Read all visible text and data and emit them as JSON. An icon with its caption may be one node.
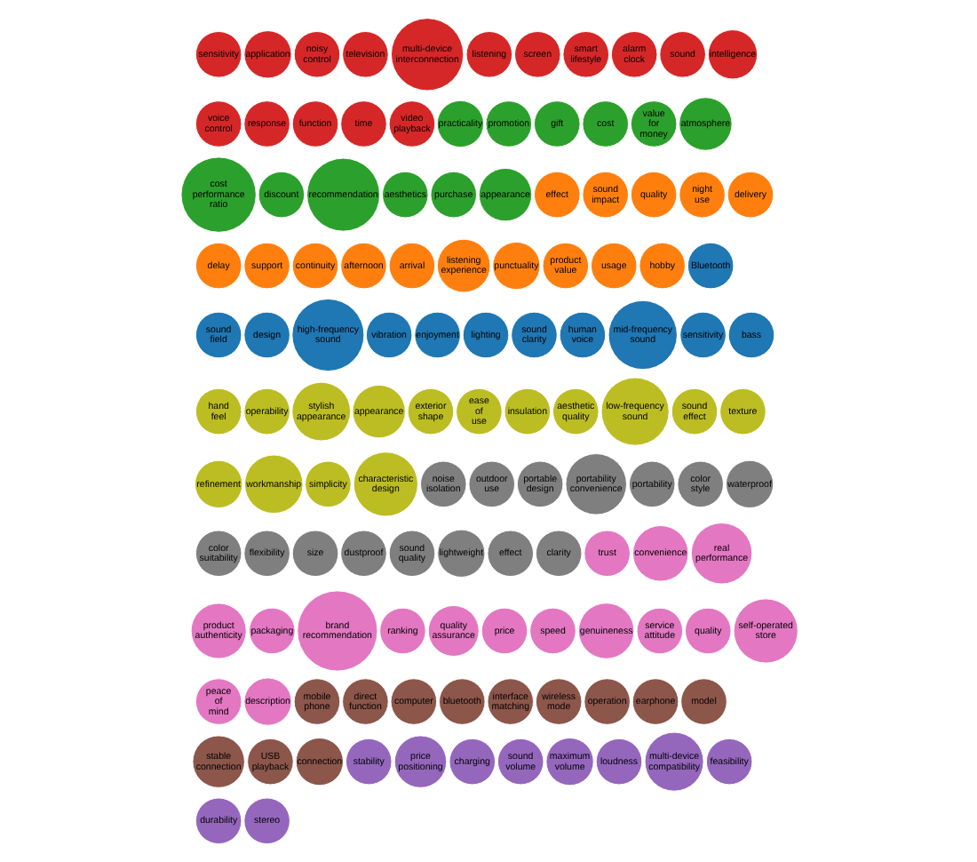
{
  "diagram": {
    "nodes": [
      {
        "text": [
          "sensitivity"
        ]
      },
      {
        "text": [
          "application"
        ]
      },
      {
        "text": [
          "noisy control"
        ]
      },
      {
        "text": [
          "television"
        ]
      },
      {
        "text": [
          "multi-device interconnection"
        ]
      },
      {
        "text": [
          "listening"
        ]
      },
      {
        "text": [
          "screen"
        ]
      },
      {
        "text": [
          "smart lifestyle"
        ]
      },
      {
        "text": [
          "alarm clock"
        ]
      },
      {
        "text": [
          "sound"
        ]
      },
      {
        "text": [
          "intelligence"
        ]
      },
      {
        "text": [
          "voice control"
        ]
      },
      {
        "text": [
          "response"
        ]
      },
      {
        "text": [
          "function"
        ]
      },
      {
        "text": [
          "time"
        ]
      },
      {
        "text": [
          "video playback"
        ]
      },
      {
        "text": [
          "practicality"
        ]
      },
      {
        "text": [
          "promotion"
        ]
      },
      {
        "text": [
          "gift"
        ]
      },
      {
        "text": [
          "cost"
        ]
      },
      {
        "text": [
          "value for money"
        ]
      },
      {
        "text": [
          "atmosphere"
        ]
      },
      {
        "text": [
          "cost performance ratio"
        ]
      },
      {
        "text": [
          "discount"
        ]
      },
      {
        "text": [
          "recommendation"
        ]
      },
      {
        "text": [
          "aesthetics"
        ]
      },
      {
        "text": [
          "purchase"
        ]
      },
      {
        "text": [
          "appearance"
        ]
      },
      {
        "text": [
          "effect"
        ]
      },
      {
        "text": [
          "sound impact"
        ]
      },
      {
        "text": [
          "quality"
        ]
      },
      {
        "text": [
          "night use"
        ]
      },
      {
        "text": [
          "delivery"
        ]
      },
      {
        "text": [
          "delay"
        ]
      },
      {
        "text": [
          "support"
        ]
      },
      {
        "text": [
          "continuity"
        ]
      },
      {
        "text": [
          "afternoon"
        ]
      },
      {
        "text": [
          "arrival"
        ]
      },
      {
        "text": [
          "listening experience"
        ]
      },
      {
        "text": [
          "punctuality"
        ]
      },
      {
        "text": [
          "product value"
        ]
      },
      {
        "text": [
          "usage"
        ]
      },
      {
        "text": [
          "hobby"
        ]
      },
      {
        "text": [
          "Bluetooth"
        ]
      },
      {
        "text": [
          "sound field"
        ]
      },
      {
        "text": [
          "design"
        ]
      },
      {
        "text": [
          "high-frequency sound"
        ]
      },
      {
        "text": [
          "vibration"
        ]
      },
      {
        "text": [
          "enjoyment"
        ]
      },
      {
        "text": [
          "lighting"
        ]
      },
      {
        "text": [
          "sound clarity"
        ]
      },
      {
        "text": [
          "human voice"
        ]
      },
      {
        "text": [
          "mid-frequency sound"
        ]
      },
      {
        "text": [
          "sensitivity"
        ]
      },
      {
        "text": [
          "bass"
        ]
      },
      {
        "text": [
          "hand feel"
        ]
      },
      {
        "text": [
          "operability"
        ]
      },
      {
        "text": [
          "stylish appearance"
        ]
      },
      {
        "text": [
          "appearance"
        ]
      },
      {
        "text": [
          "exterior shape"
        ]
      },
      {
        "text": [
          "ease of use"
        ]
      },
      {
        "text": [
          "insulation"
        ]
      },
      {
        "text": [
          "aesthetic quality"
        ]
      },
      {
        "text": [
          "low-frequency sound"
        ]
      },
      {
        "text": [
          "sound effect"
        ]
      },
      {
        "text": [
          "texture"
        ]
      },
      {
        "text": [
          "refinement"
        ]
      },
      {
        "text": [
          "workmanship"
        ]
      },
      {
        "text": [
          "simplicity"
        ]
      },
      {
        "text": [
          "characteristic design"
        ]
      },
      {
        "text": [
          "noise isolation"
        ]
      },
      {
        "text": [
          "outdoor use"
        ]
      },
      {
        "text": [
          "portable design"
        ]
      },
      {
        "text": [
          "portability convenience"
        ]
      },
      {
        "text": [
          "portability"
        ]
      },
      {
        "text": [
          "color style"
        ]
      },
      {
        "text": [
          "waterproof"
        ]
      },
      {
        "text": [
          "color suitability"
        ]
      },
      {
        "text": [
          "flexibility"
        ]
      },
      {
        "text": [
          "size"
        ]
      },
      {
        "text": [
          "dustproof"
        ]
      },
      {
        "text": [
          "sound quality"
        ]
      },
      {
        "text": [
          "lightweight"
        ]
      },
      {
        "text": [
          "effect"
        ]
      },
      {
        "text": [
          "clarity"
        ]
      },
      {
        "text": [
          "trust"
        ]
      },
      {
        "text": [
          "convenience"
        ]
      },
      {
        "text": [
          "real performance"
        ]
      },
      {
        "text": [
          "product authenticity"
        ]
      },
      {
        "text": [
          "packaging"
        ]
      },
      {
        "text": [
          "brand recommendation"
        ]
      },
      {
        "text": [
          "ranking"
        ]
      },
      {
        "text": [
          "quality assurance"
        ]
      },
      {
        "text": [
          "price"
        ]
      },
      {
        "text": [
          "speed"
        ]
      },
      {
        "text": [
          "genuineness"
        ]
      },
      {
        "text": [
          "service attitude"
        ]
      },
      {
        "text": [
          "quality"
        ]
      },
      {
        "text": [
          "self-operated store"
        ]
      },
      {
        "text": [
          "peace of mind"
        ]
      },
      {
        "text": [
          "description"
        ]
      },
      {
        "text": [
          "mobile phone"
        ]
      },
      {
        "text": [
          "direct function"
        ]
      },
      {
        "text": [
          "computer"
        ]
      },
      {
        "text": [
          "bluetooth"
        ]
      },
      {
        "text": [
          "interface matching"
        ]
      },
      {
        "text": [
          "wireless mode"
        ]
      },
      {
        "text": [
          "operation"
        ]
      },
      {
        "text": [
          "earphone"
        ]
      },
      {
        "text": [
          "model"
        ]
      },
      {
        "text": [
          "stable connection"
        ]
      },
      {
        "text": [
          "USB playback"
        ]
      },
      {
        "text": [
          "connection"
        ]
      },
      {
        "text": [
          "stability"
        ]
      },
      {
        "text": [
          "price positioning"
        ]
      },
      {
        "text": [
          "charging"
        ]
      },
      {
        "text": [
          "sound volume"
        ]
      },
      {
        "text": [
          "maximum volume"
        ]
      },
      {
        "text": [
          "loudness"
        ]
      },
      {
        "text": [
          "multi-device compatibility"
        ]
      },
      {
        "text": [
          "feasibility"
        ]
      },
      {
        "text": [
          "durability"
        ]
      },
      {
        "text": [
          "stereo"
        ]
      }
    ],
    "edges": []
  }
}
